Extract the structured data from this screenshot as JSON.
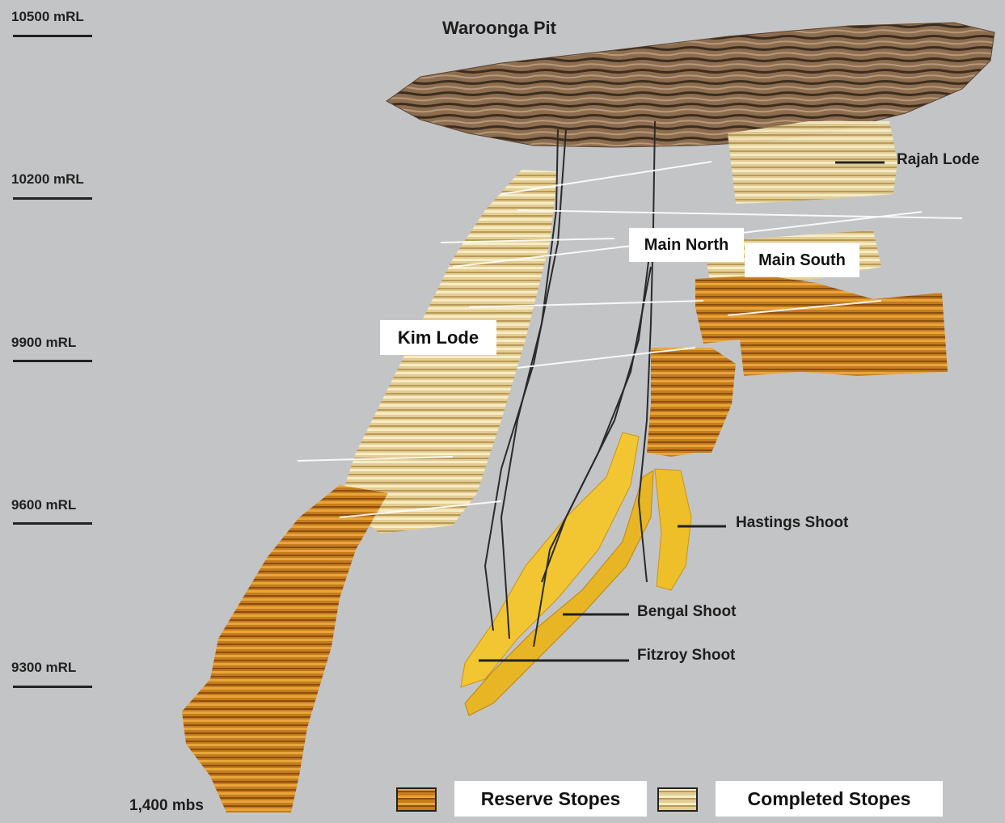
{
  "levels": [
    {
      "label": "10500 mRL"
    },
    {
      "label": "10200 mRL"
    },
    {
      "label": "9900 mRL"
    },
    {
      "label": "9600 mRL"
    },
    {
      "label": "9300 mRL"
    }
  ],
  "pit_title": "Waroonga Pit",
  "depth_label": "1,400 mbs",
  "lodes": {
    "rajah": "Rajah Lode",
    "main_north": "Main North",
    "main_south": "Main South",
    "kim": "Kim Lode",
    "hastings": "Hastings Shoot",
    "bengal": "Bengal Shoot",
    "fitzroy": "Fitzroy Shoot"
  },
  "legend": {
    "reserve": "Reserve Stopes",
    "completed": "Completed Stopes"
  },
  "colors": {
    "background": "#c3c4c6",
    "reserve_stopes": "#c47a1a",
    "completed_stopes": "#e6cf92",
    "shoots": "#f0c02a",
    "pit": "#8a6a4c"
  }
}
